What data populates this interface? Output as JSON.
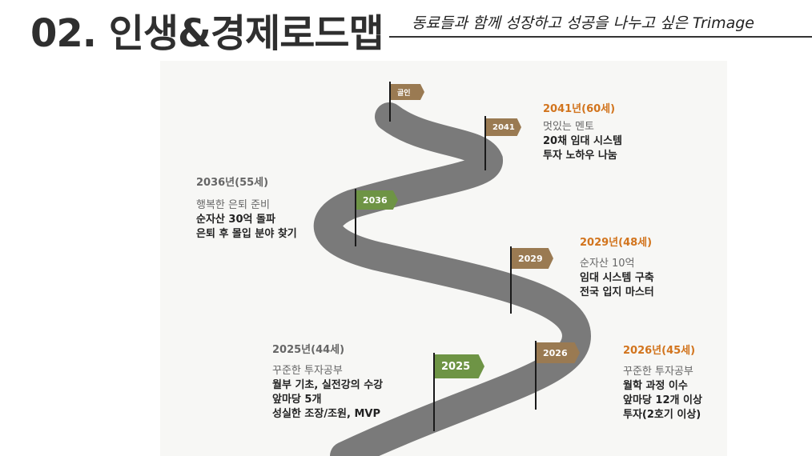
{
  "header": {
    "title": "02. 인생&경제로드맵",
    "subtitle": "동료들과 함께 성장하고 성공을 나누고 싶은  Trimage"
  },
  "flags": {
    "top": "골인",
    "f2041": "2041",
    "f2036": "2036",
    "f2029": "2029",
    "f2026": "2026",
    "f2025": "2025"
  },
  "milestones": {
    "m2041": {
      "year": "2041년(60세)",
      "first": "멋있는 멘토",
      "lines": [
        "20채 임대 시스템",
        "투자 노하우 나눔"
      ]
    },
    "m2036": {
      "year": "2036년(55세)",
      "first": "행복한 은퇴 준비",
      "lines": [
        "순자산 30억 돌파",
        "은퇴 후 몰입 분야 찾기"
      ]
    },
    "m2029": {
      "year": "2029년(48세)",
      "first": "순자산 10억",
      "lines": [
        "임대 시스템 구축",
        "전국 입지 마스터"
      ]
    },
    "m2025": {
      "year": "2025년(44세)",
      "first": "꾸준한 투자공부",
      "lines": [
        "월부 기초, 실전강의 수강",
        "앞마당 5개",
        "성실한 조장/조원, MVP"
      ]
    },
    "m2026": {
      "year": "2026년(45세)",
      "first": "꾸준한 투자공부",
      "lines": [
        "월학 과정 이수",
        "앞마당 12개 이상",
        "투자(2호기 이상)"
      ]
    }
  },
  "colors": {
    "road": "#7a7a7a",
    "brown": "#9a7a52",
    "green": "#6e9445",
    "orange": "#d2741d"
  }
}
